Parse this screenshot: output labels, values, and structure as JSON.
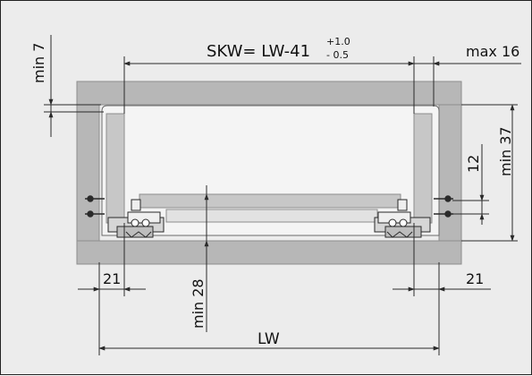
{
  "labels": {
    "skw_main": "SKW= LW-41",
    "skw_tol_plus": "+1.0",
    "skw_tol_minus": "- 0.5",
    "max16": "max 16",
    "min7": "min 7",
    "min37": "min 37",
    "dim12": "12",
    "dim21_left": "21",
    "dim21_right": "21",
    "min28": "min 28",
    "lw": "LW"
  },
  "colors": {
    "background": "#ececec",
    "panel_fill": "#b7b7b7",
    "panel_stroke": "#8d8d8d",
    "drawer_fill": "#c7c7c7",
    "line": "#2a2a2a"
  }
}
